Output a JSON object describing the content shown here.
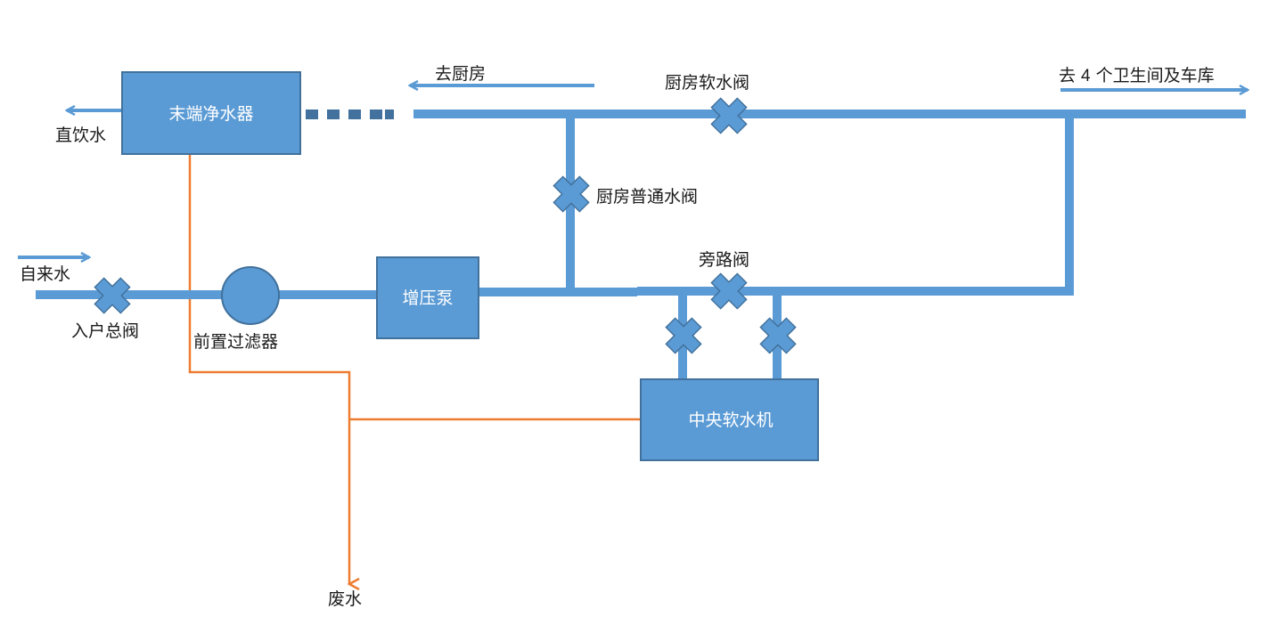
{
  "colors": {
    "pipe": "#5b9bd5",
    "box_fill": "#5b9bd5",
    "box_border": "#41719c",
    "waste": "#ed7d31",
    "text": "#1a1a1a",
    "box_text": "#ffffff"
  },
  "labels": {
    "tap_water": "自来水",
    "main_valve": "入户总阀",
    "pre_filter": "前置过滤器",
    "booster_pump": "增压泵",
    "terminal_purifier": "末端净水器",
    "direct_drinking": "直饮水",
    "to_kitchen": "去厨房",
    "kitchen_soft_valve": "厨房软水阀",
    "to_bathrooms": "去",
    "to_bathrooms_num": "4",
    "to_bathrooms_rest": "个卫生间及车库",
    "kitchen_normal_valve": "厨房普通水阀",
    "bypass_valve": "旁路阀",
    "central_softener": "中央软水机",
    "waste_water": "废水"
  }
}
